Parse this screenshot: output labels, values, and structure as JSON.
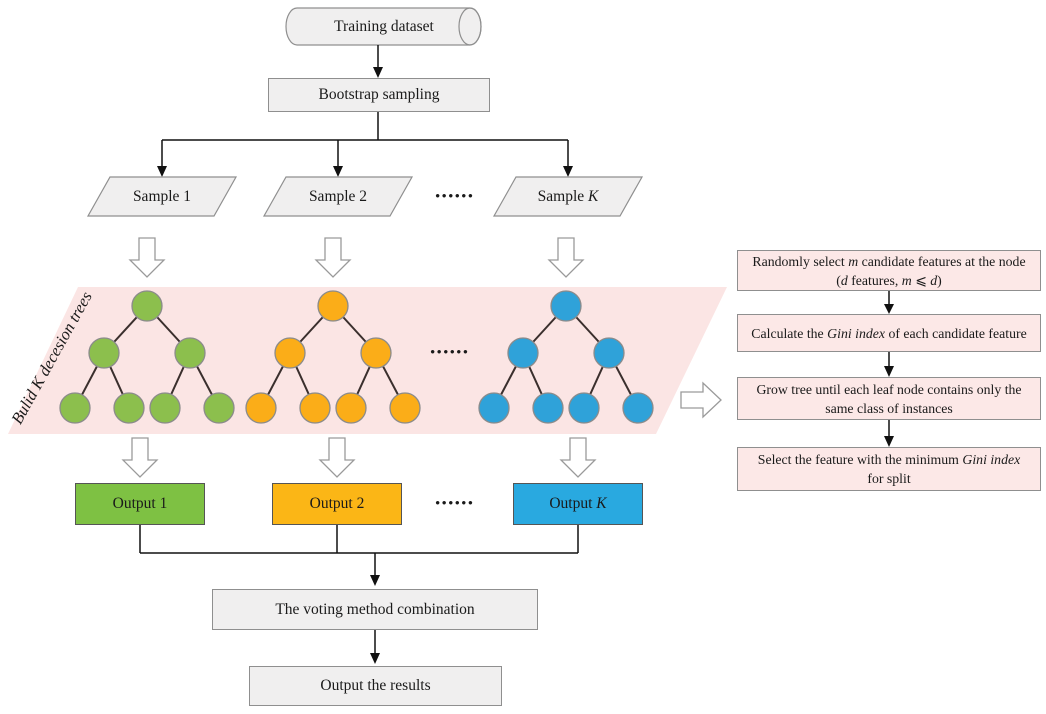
{
  "colors": {
    "shape_fill": "#f0efef",
    "shape_border": "#8f8f8f",
    "pink_band": "#fbe5e4",
    "pink_box_fill": "#fce8e7",
    "output_green": "#7ec143",
    "output_orange": "#fbb616",
    "output_blue": "#29a9e0",
    "node_green": "#8cbf4d",
    "node_orange": "#fbad18",
    "node_blue": "#2fa2d9",
    "line": "#111111",
    "tree_edge": "#3a2f2d"
  },
  "flow": {
    "training": "Training dataset",
    "bootstrap": "Bootstrap sampling",
    "samples": [
      {
        "parts": [
          {
            "t": "Sample 1"
          }
        ]
      },
      {
        "parts": [
          {
            "t": "Sample 2"
          }
        ]
      },
      {
        "parts": [
          {
            "t": "Sample "
          },
          {
            "t": "K",
            "i": true
          }
        ]
      }
    ],
    "dots": "••••••",
    "band_label": "Bulid K decesion trees",
    "outputs": [
      {
        "parts": [
          {
            "t": "Output 1"
          }
        ],
        "color": "output_green"
      },
      {
        "parts": [
          {
            "t": "Output 2"
          }
        ],
        "color": "output_orange"
      },
      {
        "parts": [
          {
            "t": "Output "
          },
          {
            "t": "K",
            "i": true
          }
        ],
        "color": "output_blue"
      }
    ],
    "voting": "The voting method combination",
    "results": "Output the results"
  },
  "side_steps": [
    {
      "parts": [
        {
          "t": "Randomly select "
        },
        {
          "t": "m",
          "i": true
        },
        {
          "t": " candidate features at the node"
        },
        {
          "br": true
        },
        {
          "t": "("
        },
        {
          "t": "d",
          "i": true
        },
        {
          "t": " features, "
        },
        {
          "t": "m",
          "i": true
        },
        {
          "t": " ⩽ "
        },
        {
          "t": "d",
          "i": true
        },
        {
          "t": ")"
        }
      ]
    },
    {
      "parts": [
        {
          "t": "Calculate the "
        },
        {
          "t": "Gini index",
          "i": true
        },
        {
          "t": " of each candidate feature"
        }
      ]
    },
    {
      "parts": [
        {
          "t": "Grow tree until each leaf node contains only the"
        },
        {
          "br": true
        },
        {
          "t": "same class of instances"
        }
      ]
    },
    {
      "parts": [
        {
          "t": "Select the feature with the minimum "
        },
        {
          "t": "Gini index",
          "i": true
        },
        {
          "br": true
        },
        {
          "t": "for split"
        }
      ]
    }
  ],
  "trees": [
    {
      "color_key": "node_green"
    },
    {
      "color_key": "node_orange"
    },
    {
      "color_key": "node_blue"
    }
  ]
}
